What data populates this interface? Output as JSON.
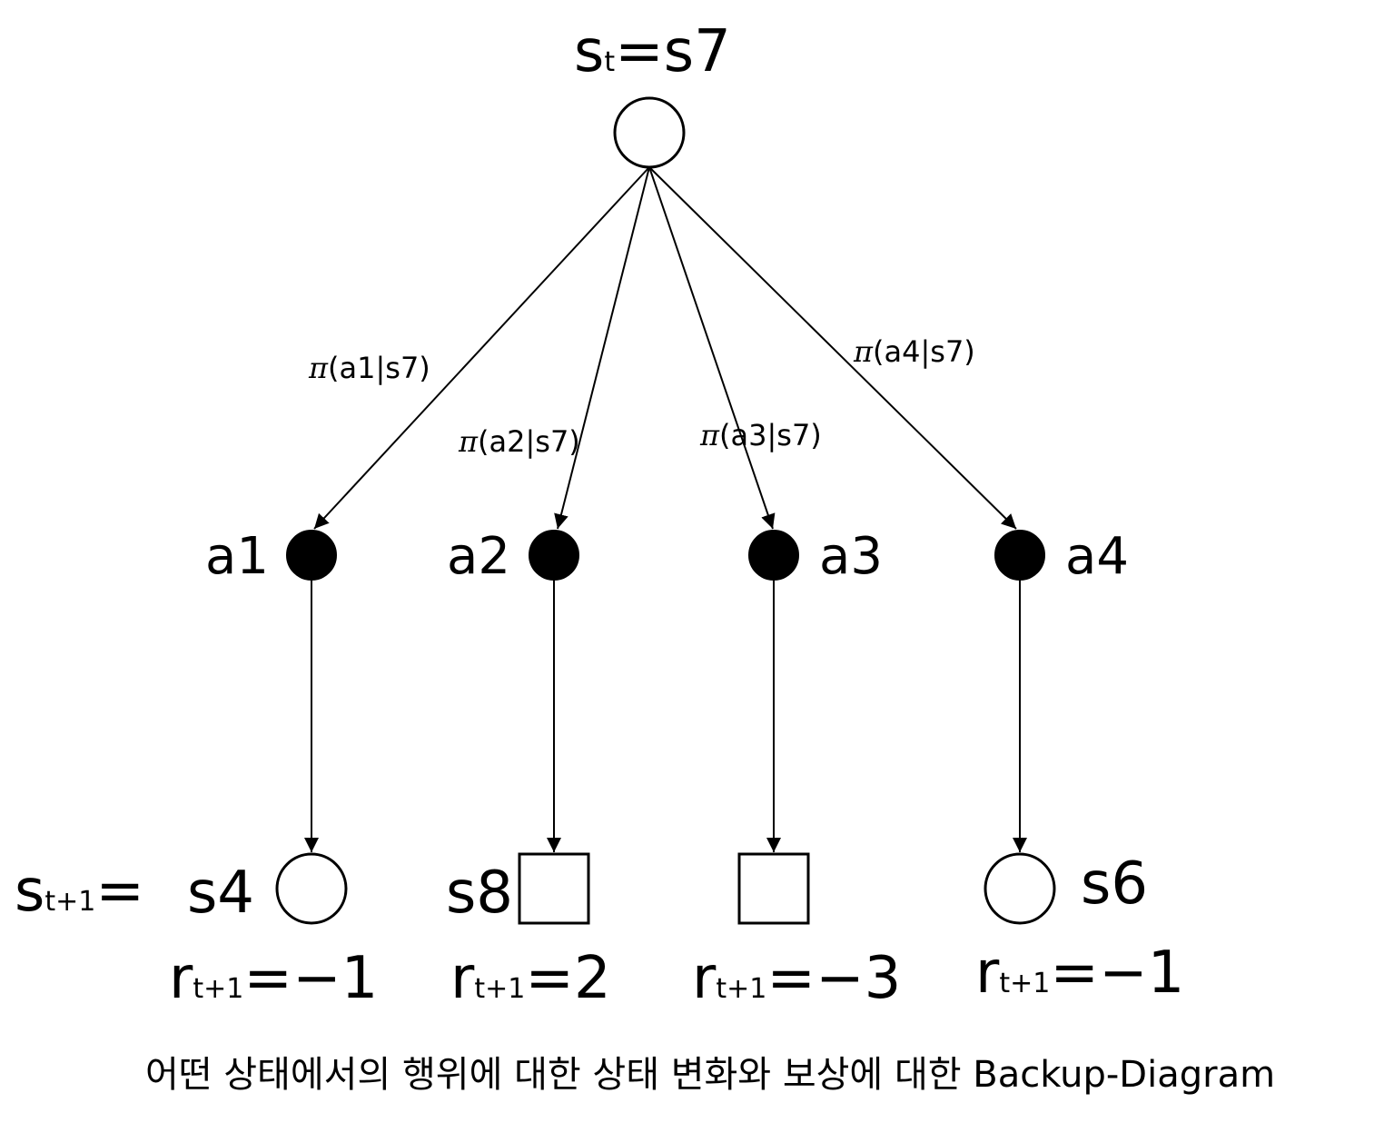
{
  "diagram": {
    "root": {
      "label_s": "s",
      "label_t": "t",
      "label_eq": "=s7",
      "shape": "circle"
    },
    "edge_labels": [
      {
        "pi": "π",
        "text": "(a1|s7)"
      },
      {
        "pi": "π",
        "text": "(a2|s7)"
      },
      {
        "pi": "π",
        "text": "(a3|s7)"
      },
      {
        "pi": "π",
        "text": "(a4|s7)"
      }
    ],
    "actions": [
      {
        "label": "a1"
      },
      {
        "label": "a2"
      },
      {
        "label": "a3"
      },
      {
        "label": "a4"
      }
    ],
    "next_state_prefix": {
      "s": "s",
      "sub": "t+1",
      "eq": "="
    },
    "next_states": [
      {
        "label": "s4",
        "shape": "circle",
        "reward": {
          "r": "r",
          "sub": "t+1",
          "value": "=−1"
        }
      },
      {
        "label": "s8",
        "shape": "square",
        "reward": {
          "r": "r",
          "sub": "t+1",
          "value": "=2"
        }
      },
      {
        "label": "",
        "shape": "square",
        "reward": {
          "r": "r",
          "sub": "t+1",
          "value": "=−3"
        }
      },
      {
        "label": "s6",
        "shape": "circle",
        "reward": {
          "r": "r",
          "sub": "t+1",
          "value": "=−1"
        }
      }
    ],
    "caption": "어떤 상태에서의 행위에 대한 상태 변화와 보상에 대한 Backup-Diagram"
  }
}
